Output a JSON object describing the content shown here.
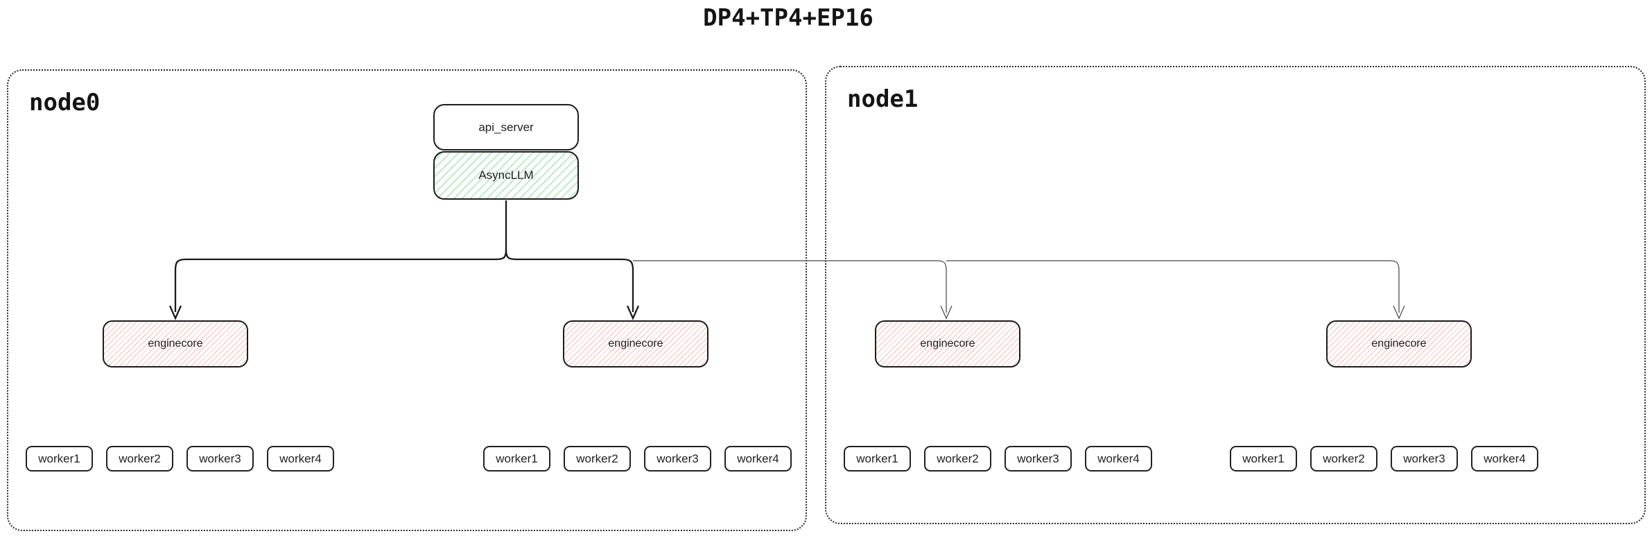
{
  "title": "DP4+TP4+EP16",
  "nodes": {
    "node0": {
      "label": "node0"
    },
    "node1": {
      "label": "node1"
    }
  },
  "stack": {
    "api_server": "api_server",
    "async_llm": "AsyncLLM"
  },
  "enginecore": {
    "label": "enginecore"
  },
  "workers": [
    "worker1",
    "worker2",
    "worker3",
    "worker4"
  ],
  "colors": {
    "line_bold": "#1a1a1a",
    "line_thin": "#444444",
    "box_border": "#1c1c1c",
    "node_border_dotted": "#262626",
    "async_llm_hatch_green": "#a5e7b2",
    "enginecore_hatch_red": "#f6beb8",
    "background": "#ffffff",
    "text": "#1f1f1f"
  }
}
